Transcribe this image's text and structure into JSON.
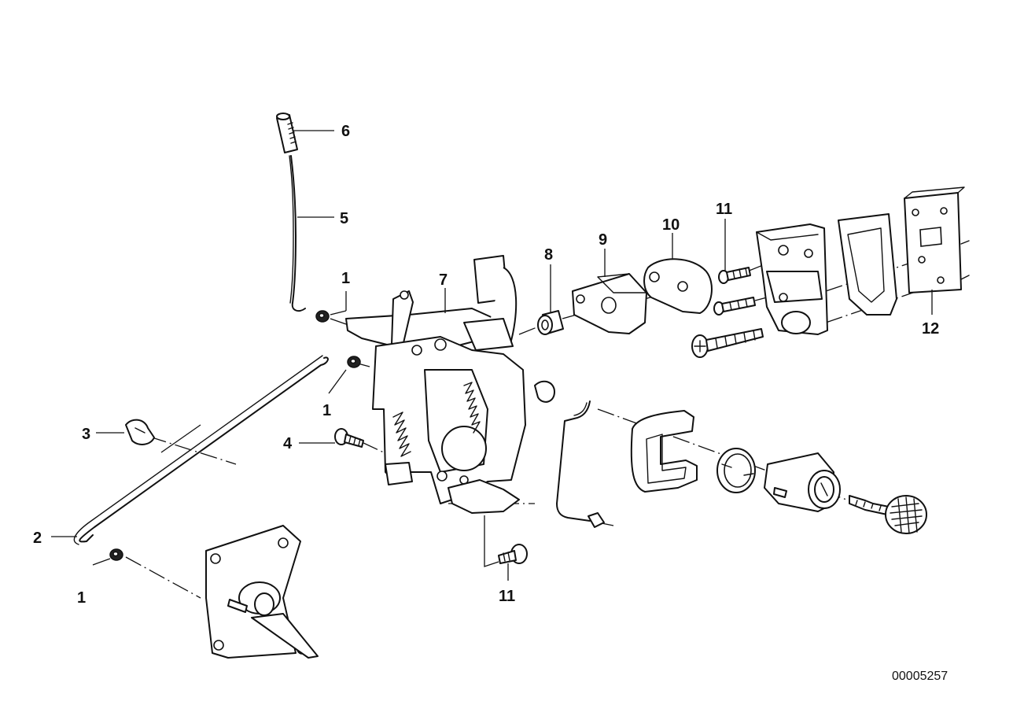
{
  "diagram": {
    "reference_number": "00005257",
    "callouts": {
      "c1a": "1",
      "c1b": "1",
      "c1c": "1",
      "c2": "2",
      "c3": "3",
      "c4": "4",
      "c5": "5",
      "c6": "6",
      "c7": "7",
      "c8": "8",
      "c9": "9",
      "c10": "10",
      "c11a": "11",
      "c11b": "11",
      "c12": "12"
    }
  }
}
